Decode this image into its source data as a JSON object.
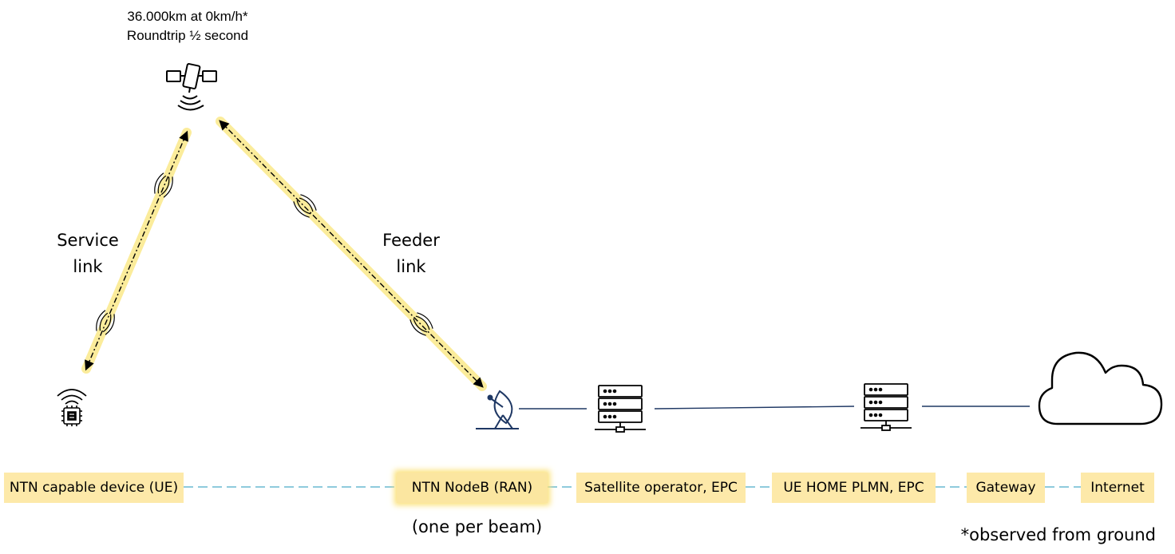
{
  "satellite_note": {
    "line1": "36.000km at 0km/h*",
    "line2": "Roundtrip ½ second"
  },
  "links": {
    "service": {
      "line1": "Service",
      "line2": "link"
    },
    "feeder": {
      "line1": "Feeder",
      "line2": "link"
    }
  },
  "nodes": [
    "NTN capable device (UE)",
    "NTN NodeB (RAN)",
    "Satellite operator, EPC",
    "UE HOME PLMN, EPC",
    "Gateway",
    "Internet"
  ],
  "beam_note": "(one per beam)",
  "footnote": "*observed from ground",
  "colors": {
    "box_fill": "#fde9a9",
    "link_glow": "#fbe98a",
    "dashed_connector": "#4bacc6",
    "ground_line": "#1f3864"
  },
  "icons": [
    "satellite-icon",
    "iot-device-icon",
    "satellite-dish-icon",
    "server-icon",
    "cloud-icon",
    "signal-wave-icon"
  ]
}
